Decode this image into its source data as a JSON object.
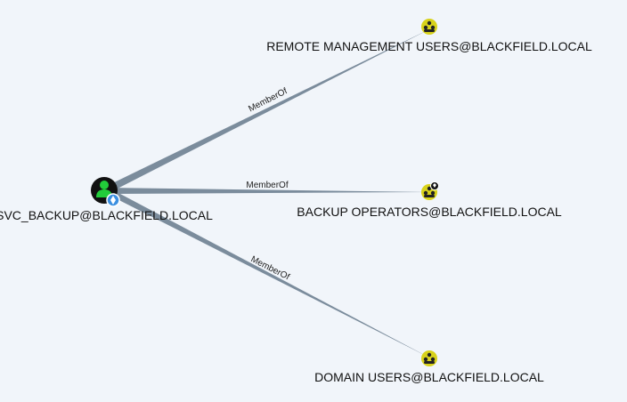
{
  "graph": {
    "source": {
      "id": "svc_backup",
      "label": "SVC_BACKUP@BLACKFIELD.LOCAL",
      "kind": "user",
      "icon": "user-icon",
      "badge": "owned-diamond-icon"
    },
    "targets": [
      {
        "id": "remote_mgmt",
        "label": "REMOTE MANAGEMENT USERS@BLACKFIELD.LOCAL",
        "kind": "group",
        "icon": "group-icon"
      },
      {
        "id": "backup_ops",
        "label": "BACKUP OPERATORS@BLACKFIELD.LOCAL",
        "kind": "group",
        "icon": "group-icon",
        "badge": "high-value-icon"
      },
      {
        "id": "domain_users",
        "label": "DOMAIN USERS@BLACKFIELD.LOCAL",
        "kind": "group",
        "icon": "group-icon"
      }
    ],
    "edges": [
      {
        "from": "svc_backup",
        "to": "remote_mgmt",
        "label": "MemberOf"
      },
      {
        "from": "svc_backup",
        "to": "backup_ops",
        "label": "MemberOf"
      },
      {
        "from": "svc_backup",
        "to": "domain_users",
        "label": "MemberOf"
      }
    ],
    "colors": {
      "background": "#f1f5fa",
      "edge": "#7b8c9c",
      "user_node": "#111111",
      "user_glyph": "#22cc3a",
      "group_node": "#d8d21a",
      "group_glyph": "#222222",
      "owned_badge": "#3b8fe0"
    }
  }
}
